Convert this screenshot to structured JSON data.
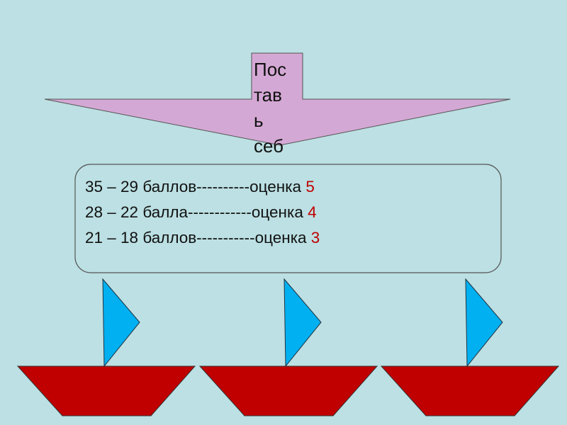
{
  "arrow": {
    "label_lines": [
      "Пос",
      "тав",
      "ь",
      "себ"
    ]
  },
  "grades": [
    {
      "range": "35 – 29 баллов----------оценка ",
      "grade": "5"
    },
    {
      "range": "28 – 22 балла------------оценка ",
      "grade": "4"
    },
    {
      "range": "21 – 18 баллов-----------оценка ",
      "grade": "3"
    }
  ],
  "colors": {
    "background": "#bce0e3",
    "arrow": "#d4a8d4",
    "sail": "#00b0f0",
    "hull": "#c00000",
    "grade": "#c00000"
  }
}
